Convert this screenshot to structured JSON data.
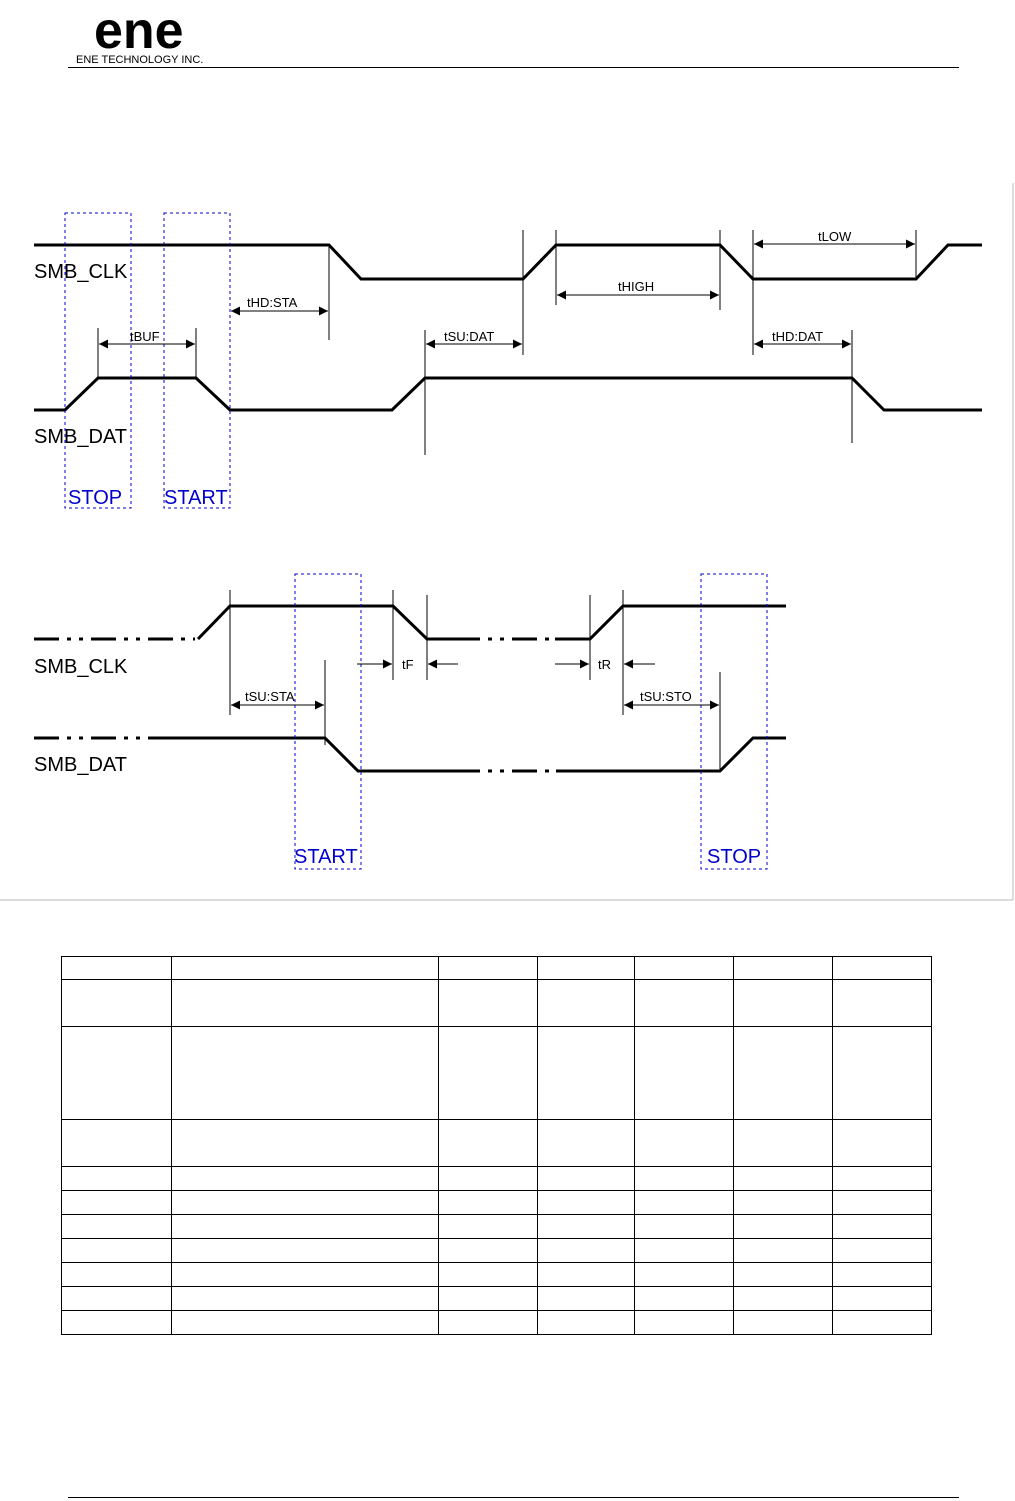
{
  "header": {
    "logo_text": "ene",
    "company": "ENE TECHNOLOGY INC."
  },
  "diagram_top": {
    "clk_label": "SMB_CLK",
    "dat_label": "SMB_DAT",
    "stop_label": "STOP",
    "start_label": "START",
    "params": {
      "thd_sta": "tHD:STA",
      "tbuf": "tBUF",
      "tsu_dat": "tSU:DAT",
      "thigh": "tHIGH",
      "tlow": "tLOW",
      "thd_dat": "tHD:DAT"
    }
  },
  "diagram_bottom": {
    "clk_label": "SMB_CLK",
    "dat_label": "SMB_DAT",
    "start_label": "START",
    "stop_label": "STOP",
    "params": {
      "tf": "tF",
      "tr": "tR",
      "tsu_sta": "tSU:STA",
      "tsu_sto": "tSU:STO"
    }
  },
  "colors": {
    "condition_box": "#0000cc",
    "signal": "#000000"
  },
  "table": {
    "rows": [
      [
        "",
        "",
        "",
        "",
        "",
        "",
        ""
      ],
      [
        "",
        "",
        "",
        "",
        "",
        "",
        ""
      ],
      [
        "",
        "",
        "",
        "",
        "",
        "",
        ""
      ],
      [
        "",
        "",
        "",
        "",
        "",
        "",
        ""
      ],
      [
        "",
        "",
        "",
        "",
        "",
        "",
        ""
      ],
      [
        "",
        "",
        "",
        "",
        "",
        "",
        ""
      ],
      [
        "",
        "",
        "",
        "",
        "",
        "",
        ""
      ],
      [
        "",
        "",
        "",
        "",
        "",
        "",
        ""
      ],
      [
        "",
        "",
        "",
        "",
        "",
        "",
        ""
      ],
      [
        "",
        "",
        "",
        "",
        "",
        "",
        ""
      ],
      [
        "",
        "",
        "",
        "",
        "",
        "",
        ""
      ]
    ]
  }
}
